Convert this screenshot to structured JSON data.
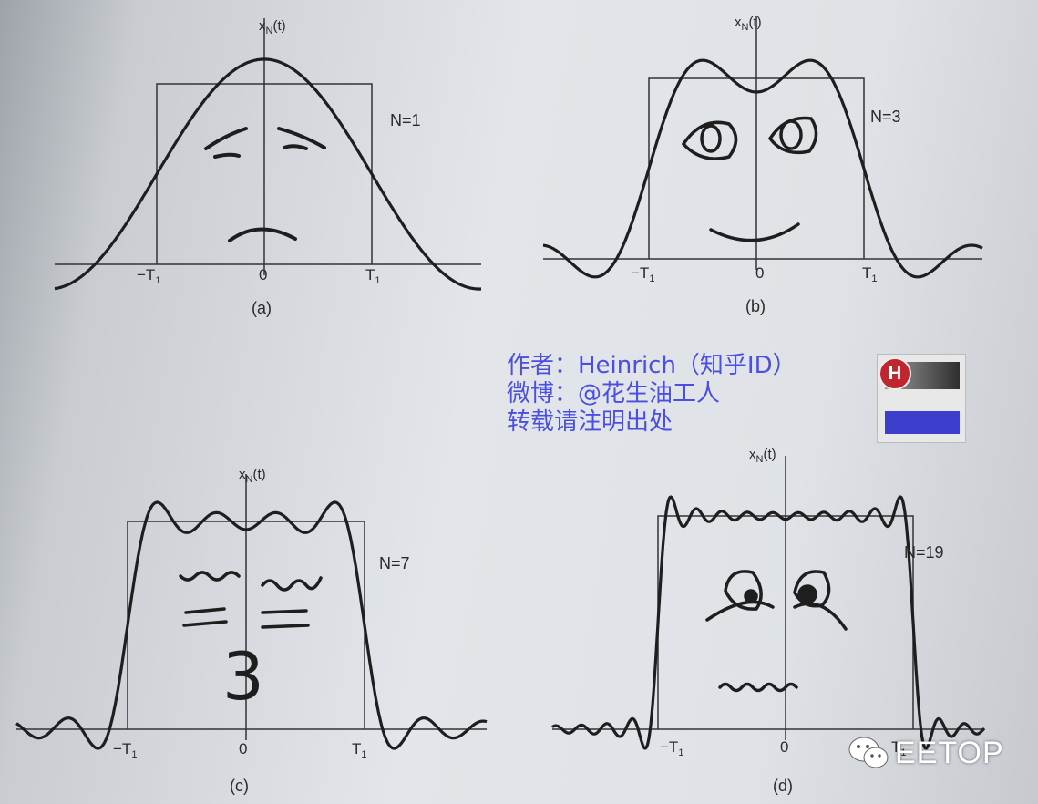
{
  "panels": [
    {
      "id": "a",
      "n_label": "N=1",
      "caption": "(a)",
      "y_label": "x",
      "y_sub": "N",
      "y_arg": "(t)",
      "tick_neg": "−T",
      "tick_zero": "0",
      "tick_pos": "T",
      "tick_sub": "1"
    },
    {
      "id": "b",
      "n_label": "N=3",
      "caption": "(b)",
      "y_label": "x",
      "y_sub": "N",
      "y_arg": "(t)",
      "tick_neg": "−T",
      "tick_zero": "0",
      "tick_pos": "T",
      "tick_sub": "1"
    },
    {
      "id": "c",
      "n_label": "N=7",
      "caption": "(c)",
      "y_label": "x",
      "y_sub": "N",
      "y_arg": "(t)",
      "tick_neg": "−T",
      "tick_zero": "0",
      "tick_pos": "T",
      "tick_sub": "1"
    },
    {
      "id": "d",
      "n_label": "N=19",
      "caption": "(d)",
      "y_label": "x",
      "y_sub": "N",
      "y_arg": "(t)",
      "tick_neg": "−T",
      "tick_zero": "0",
      "tick_pos": "T",
      "tick_sub": "1"
    }
  ],
  "doodles": {
    "c_number": "3"
  },
  "watermark": {
    "line1": "作者：Heinrich（知乎ID）",
    "line2": "微博：@花生油工人",
    "line3": "转载请注明出处"
  },
  "logo": {
    "letter": "H"
  },
  "brand": {
    "text": "EETOP",
    "icon": "wechat-icon"
  },
  "colors": {
    "ink": "#1e1e1e",
    "watermark": "#4a4fe0",
    "logo_red": "#c0262f",
    "logo_blue": "#3b3fcc"
  }
}
